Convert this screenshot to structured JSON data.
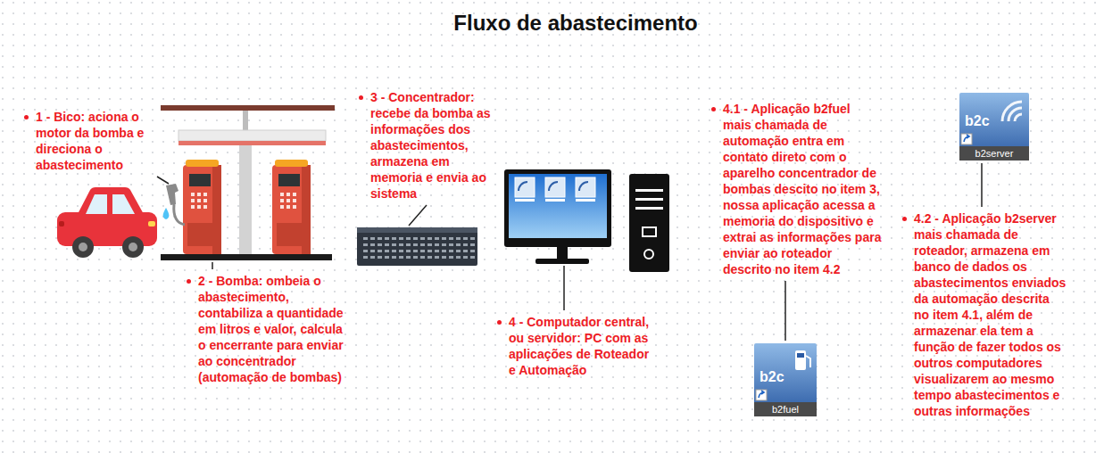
{
  "diagram": {
    "title": "Fluxo de abastecimento",
    "nodes": [
      {
        "text": [
          "b2c",
          "b2server"
        ]
      },
      {
        "text": [
          "b2c",
          "b2fuel"
        ]
      }
    ],
    "labels": [
      "1 - Bico: aciona o motor da bomba e direciona o abastecimento",
      "2 - Bomba: ombeia o abastecimento, contabiliza a quantidade em litros e valor, calcula o encerrante para enviar ao concentrador (automação de bombas)",
      "3 - Concentrador: recebe da bomba as informações dos abastecimentos, armazena em memoria e envia ao sistema",
      "4 - Computador central, ou servidor: PC com as aplicações de Roteador e Automação",
      "4.1 - Aplicação b2fuel mais chamada de automação entra em contato direto com o aparelho concentrador de bombas descito no item 3, nossa aplicação acessa a memoria do dispositivo e extrai as informações para enviar ao roteador descrito no item 4.2",
      "4.2 - Aplicação b2server mais chamada de roteador, armazena em banco de dados os abastecimentos enviados da automação descrita no item 4.1, além de armazenar ela tem a função de fazer todos os outros computadores visualizarem ao mesmo tempo abastecimentos e outras informações"
    ]
  }
}
